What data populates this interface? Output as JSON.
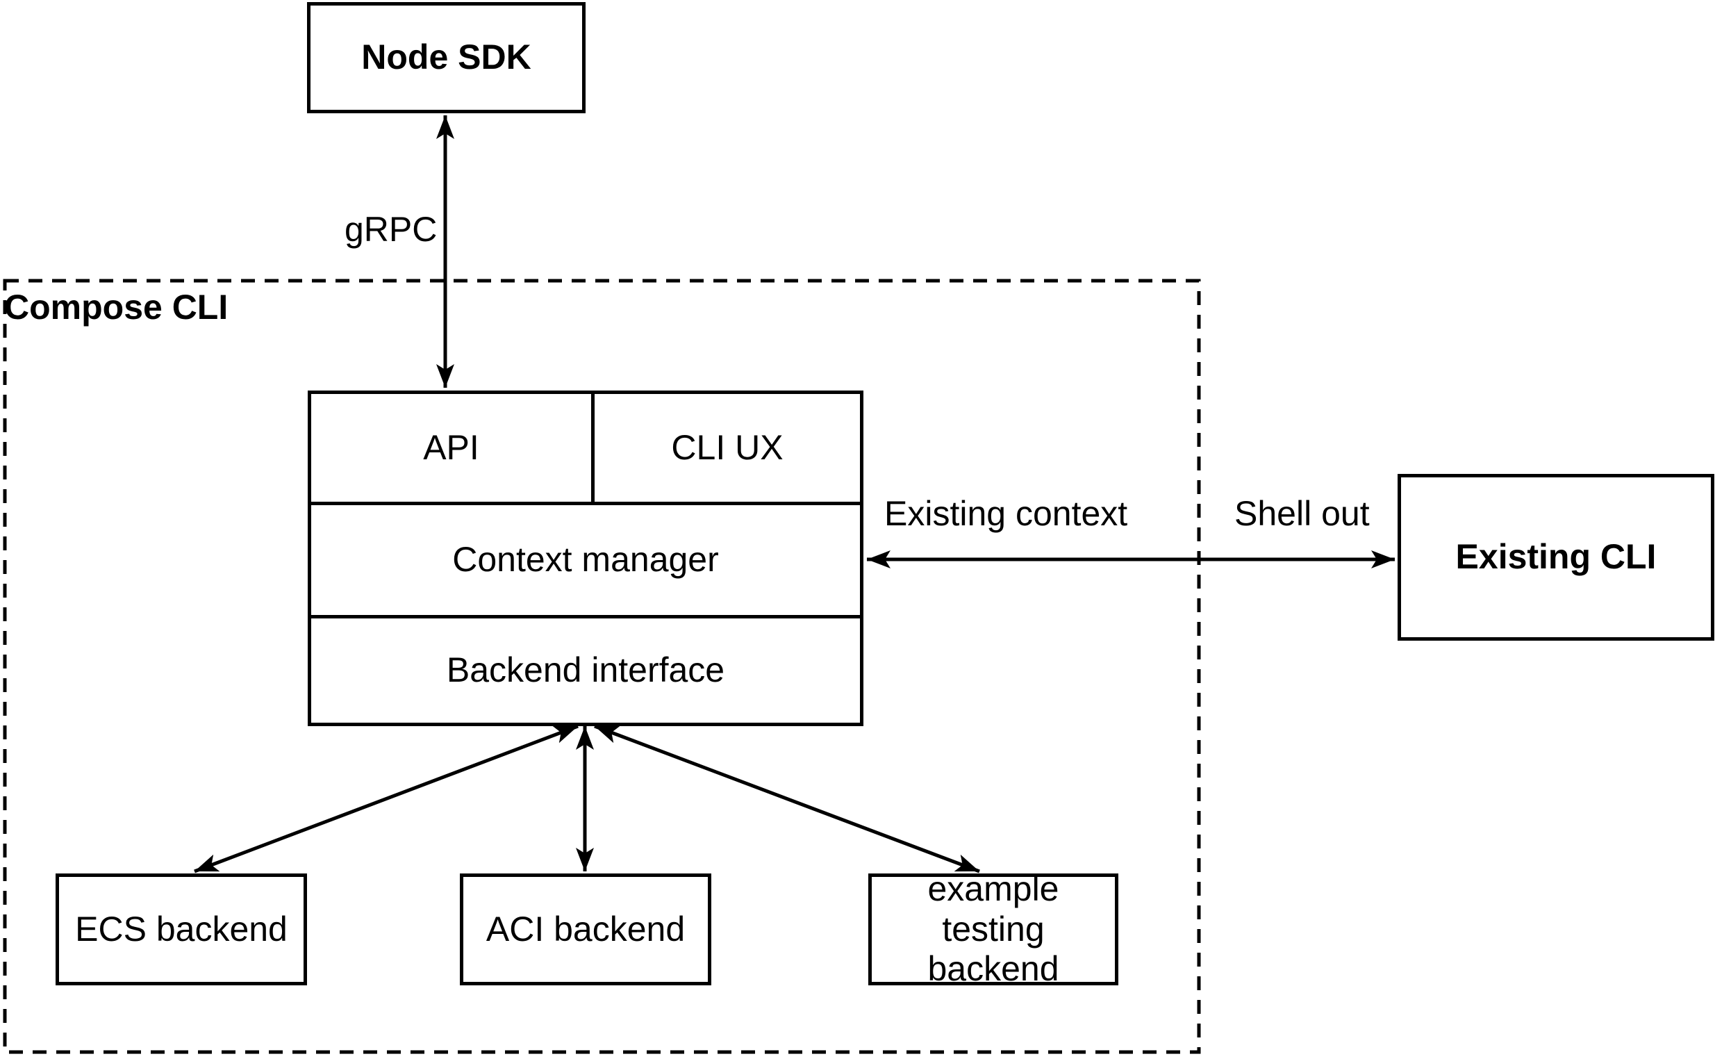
{
  "diagram": {
    "type": "architecture-diagram",
    "colors": {
      "stroke": "#000000",
      "background": "#ffffff"
    },
    "container": {
      "label": "Compose CLI"
    },
    "nodes": {
      "node_sdk": {
        "label": "Node SDK"
      },
      "api": {
        "label": "API"
      },
      "cli_ux": {
        "label": "CLI UX"
      },
      "context_manager": {
        "label": "Context manager"
      },
      "backend_interface": {
        "label": "Backend interface"
      },
      "existing_cli": {
        "label": "Existing CLI"
      },
      "ecs_backend": {
        "label": "ECS backend"
      },
      "aci_backend": {
        "label": "ACI backend"
      },
      "example_backend": {
        "label": "example testing backend"
      }
    },
    "edges": {
      "grpc": {
        "label": "gRPC",
        "from": "node_sdk",
        "to": "api",
        "style": "double-arrow"
      },
      "existing_context": {
        "label": "Existing context",
        "from": "context_manager",
        "to": "existing_cli",
        "style": "double-arrow"
      },
      "shell_out": {
        "label": "Shell out",
        "from": "context_manager",
        "to": "existing_cli",
        "style": "double-arrow"
      },
      "backend_to_ecs": {
        "label": "",
        "from": "backend_interface",
        "to": "ecs_backend",
        "style": "double-arrow"
      },
      "backend_to_aci": {
        "label": "",
        "from": "backend_interface",
        "to": "aci_backend",
        "style": "double-arrow"
      },
      "backend_to_example": {
        "label": "",
        "from": "backend_interface",
        "to": "example_backend",
        "style": "double-arrow"
      }
    }
  }
}
